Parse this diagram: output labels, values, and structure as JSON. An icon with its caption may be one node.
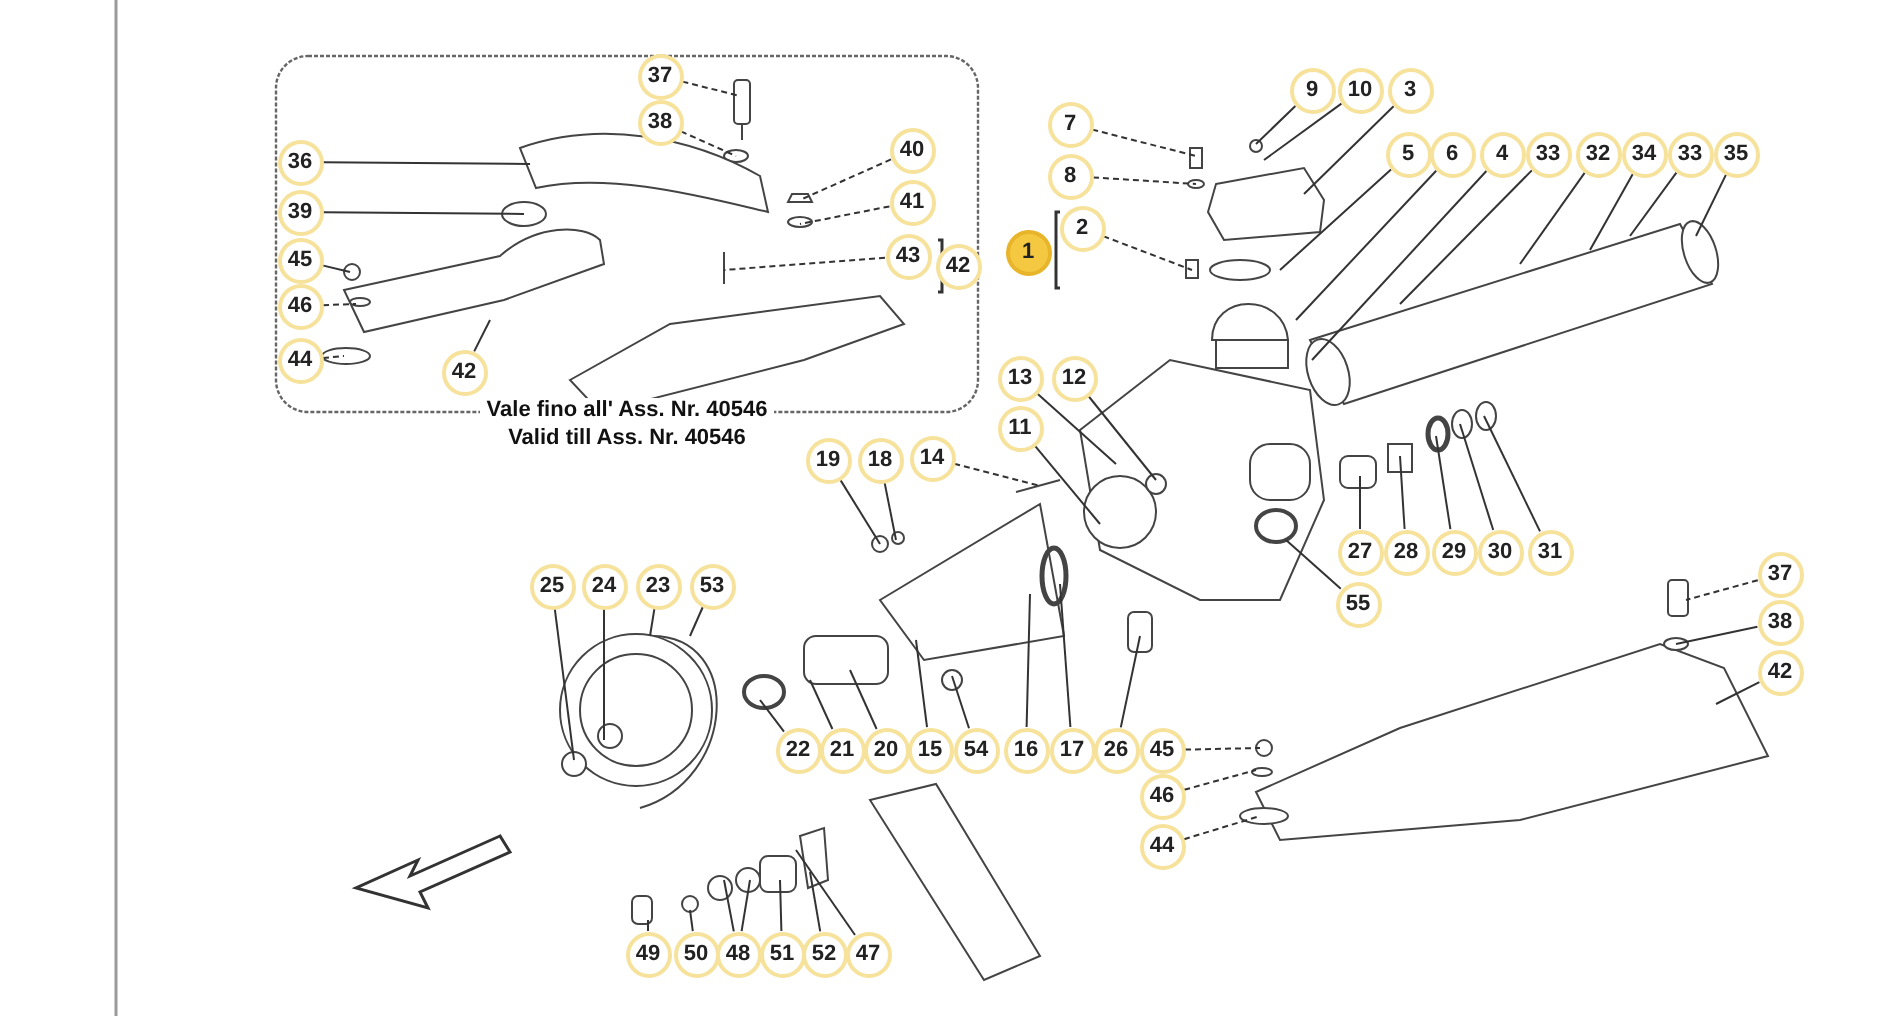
{
  "diagram": {
    "nodes": [
      {
        "text": [
          "Vale fino all' Ass. Nr. 40546",
          "Valid till Ass. Nr. 40546"
        ]
      },
      {
        "text": [
          "37"
        ],
        "in": 0
      },
      {
        "text": [
          "38"
        ],
        "in": 0
      },
      {
        "text": [
          "36"
        ],
        "in": 0
      },
      {
        "text": [
          "40"
        ],
        "in": 0
      },
      {
        "text": [
          "39"
        ],
        "in": 0
      },
      {
        "text": [
          "41"
        ],
        "in": 0
      },
      {
        "text": [
          "45"
        ],
        "in": 0
      },
      {
        "text": [
          "43"
        ],
        "in": 0
      },
      {
        "text": [
          "42"
        ],
        "in": 0
      },
      {
        "text": [
          "46"
        ],
        "in": 0
      },
      {
        "text": [
          "44"
        ],
        "in": 0
      },
      {
        "text": [
          "42"
        ],
        "in": 0
      },
      {
        "text": [
          "9"
        ]
      },
      {
        "text": [
          "10"
        ]
      },
      {
        "text": [
          "3"
        ]
      },
      {
        "text": [
          "7"
        ]
      },
      {
        "text": [
          "5"
        ]
      },
      {
        "text": [
          "6"
        ]
      },
      {
        "text": [
          "4"
        ]
      },
      {
        "text": [
          "33"
        ]
      },
      {
        "text": [
          "32"
        ]
      },
      {
        "text": [
          "34"
        ]
      },
      {
        "text": [
          "33"
        ]
      },
      {
        "text": [
          "35"
        ]
      },
      {
        "text": [
          "8"
        ]
      },
      {
        "text": [
          "2"
        ]
      },
      {
        "text": [
          "1"
        ]
      },
      {
        "text": [
          "13"
        ]
      },
      {
        "text": [
          "12"
        ]
      },
      {
        "text": [
          "11"
        ]
      },
      {
        "text": [
          "19"
        ]
      },
      {
        "text": [
          "18"
        ]
      },
      {
        "text": [
          "14"
        ]
      },
      {
        "text": [
          "27"
        ]
      },
      {
        "text": [
          "28"
        ]
      },
      {
        "text": [
          "29"
        ]
      },
      {
        "text": [
          "30"
        ]
      },
      {
        "text": [
          "31"
        ]
      },
      {
        "text": [
          "37"
        ]
      },
      {
        "text": [
          "25"
        ]
      },
      {
        "text": [
          "24"
        ]
      },
      {
        "text": [
          "23"
        ]
      },
      {
        "text": [
          "53"
        ]
      },
      {
        "text": [
          "55"
        ]
      },
      {
        "text": [
          "38"
        ]
      },
      {
        "text": [
          "42"
        ]
      },
      {
        "text": [
          "22"
        ]
      },
      {
        "text": [
          "21"
        ]
      },
      {
        "text": [
          "20"
        ]
      },
      {
        "text": [
          "15"
        ]
      },
      {
        "text": [
          "54"
        ]
      },
      {
        "text": [
          "16"
        ]
      },
      {
        "text": [
          "17"
        ]
      },
      {
        "text": [
          "26"
        ]
      },
      {
        "text": [
          "45"
        ]
      },
      {
        "text": [
          "46"
        ]
      },
      {
        "text": [
          "44"
        ]
      },
      {
        "text": [
          "49"
        ]
      },
      {
        "text": [
          "50"
        ]
      },
      {
        "text": [
          "48"
        ]
      },
      {
        "text": [
          "51"
        ]
      },
      {
        "text": [
          "52"
        ]
      },
      {
        "text": [
          "47"
        ]
      }
    ],
    "edges": [
      {
        "from": 1,
        "to": null,
        "arrow": "none",
        "style": "dashed"
      },
      {
        "from": 2,
        "to": null,
        "arrow": "none",
        "style": "dashed"
      },
      {
        "from": 3,
        "to": null,
        "arrow": "none"
      },
      {
        "from": 4,
        "to": null,
        "arrow": "none",
        "style": "dashed"
      },
      {
        "from": 5,
        "to": null,
        "arrow": "none"
      },
      {
        "from": 6,
        "to": null,
        "arrow": "none",
        "style": "dashed"
      },
      {
        "from": 7,
        "to": null,
        "arrow": "none"
      },
      {
        "from": 8,
        "to": null,
        "arrow": "none",
        "style": "dashed"
      },
      {
        "from": 10,
        "to": null,
        "arrow": "none",
        "style": "dashed"
      },
      {
        "from": 11,
        "to": null,
        "arrow": "none",
        "style": "dashed"
      },
      {
        "from": 12,
        "to": null,
        "arrow": "none"
      },
      {
        "from": 13,
        "to": null,
        "arrow": "none"
      },
      {
        "from": 14,
        "to": null,
        "arrow": "none"
      },
      {
        "from": 15,
        "to": null,
        "arrow": "none"
      },
      {
        "from": 16,
        "to": null,
        "arrow": "none",
        "style": "dashed"
      },
      {
        "from": 17,
        "to": null,
        "arrow": "none"
      },
      {
        "from": 18,
        "to": null,
        "arrow": "none"
      },
      {
        "from": 19,
        "to": null,
        "arrow": "none"
      },
      {
        "from": 20,
        "to": null,
        "arrow": "none"
      },
      {
        "from": 21,
        "to": null,
        "arrow": "none"
      },
      {
        "from": 22,
        "to": null,
        "arrow": "none"
      },
      {
        "from": 23,
        "to": null,
        "arrow": "none"
      },
      {
        "from": 24,
        "to": null,
        "arrow": "none"
      },
      {
        "from": 25,
        "to": null,
        "arrow": "none",
        "style": "dashed"
      },
      {
        "from": 26,
        "to": null,
        "arrow": "none",
        "style": "dashed"
      },
      {
        "from": 28,
        "to": null,
        "arrow": "none"
      },
      {
        "from": 29,
        "to": null,
        "arrow": "none"
      },
      {
        "from": 30,
        "to": null,
        "arrow": "none"
      },
      {
        "from": 31,
        "to": null,
        "arrow": "none"
      },
      {
        "from": 32,
        "to": null,
        "arrow": "none"
      },
      {
        "from": 33,
        "to": null,
        "arrow": "none",
        "style": "dashed"
      },
      {
        "from": 34,
        "to": null,
        "arrow": "none"
      },
      {
        "from": 35,
        "to": null,
        "arrow": "none"
      },
      {
        "from": 36,
        "to": null,
        "arrow": "none"
      },
      {
        "from": 37,
        "to": null,
        "arrow": "none"
      },
      {
        "from": 38,
        "to": null,
        "arrow": "none"
      },
      {
        "from": 39,
        "to": null,
        "arrow": "none",
        "style": "dashed"
      },
      {
        "from": 40,
        "to": null,
        "arrow": "none"
      },
      {
        "from": 41,
        "to": null,
        "arrow": "none"
      },
      {
        "from": 42,
        "to": null,
        "arrow": "none"
      },
      {
        "from": 43,
        "to": null,
        "arrow": "none"
      },
      {
        "from": 44,
        "to": null,
        "arrow": "none"
      },
      {
        "from": 45,
        "to": null,
        "arrow": "none"
      },
      {
        "from": 46,
        "to": null,
        "arrow": "none"
      },
      {
        "from": 47,
        "to": null,
        "arrow": "none"
      },
      {
        "from": 48,
        "to": null,
        "arrow": "none"
      },
      {
        "from": 49,
        "to": null,
        "arrow": "none"
      },
      {
        "from": 50,
        "to": null,
        "arrow": "none"
      },
      {
        "from": 51,
        "to": null,
        "arrow": "none"
      },
      {
        "from": 52,
        "to": null,
        "arrow": "none"
      },
      {
        "from": 53,
        "to": null,
        "arrow": "none"
      },
      {
        "from": 54,
        "to": null,
        "arrow": "none"
      },
      {
        "from": 55,
        "to": null,
        "arrow": "none",
        "style": "dashed"
      },
      {
        "from": 56,
        "to": null,
        "arrow": "none",
        "style": "dashed"
      },
      {
        "from": 57,
        "to": null,
        "arrow": "none",
        "style": "dashed"
      },
      {
        "from": 58,
        "to": null,
        "arrow": "none"
      },
      {
        "from": 59,
        "to": null,
        "arrow": "none"
      },
      {
        "from": 60,
        "to": null,
        "arrow": "none"
      },
      {
        "from": 60,
        "to": null,
        "arrow": "none"
      },
      {
        "from": 61,
        "to": null,
        "arrow": "none"
      },
      {
        "from": 62,
        "to": null,
        "arrow": "none"
      },
      {
        "from": 63,
        "to": null,
        "arrow": "none"
      }
    ]
  }
}
